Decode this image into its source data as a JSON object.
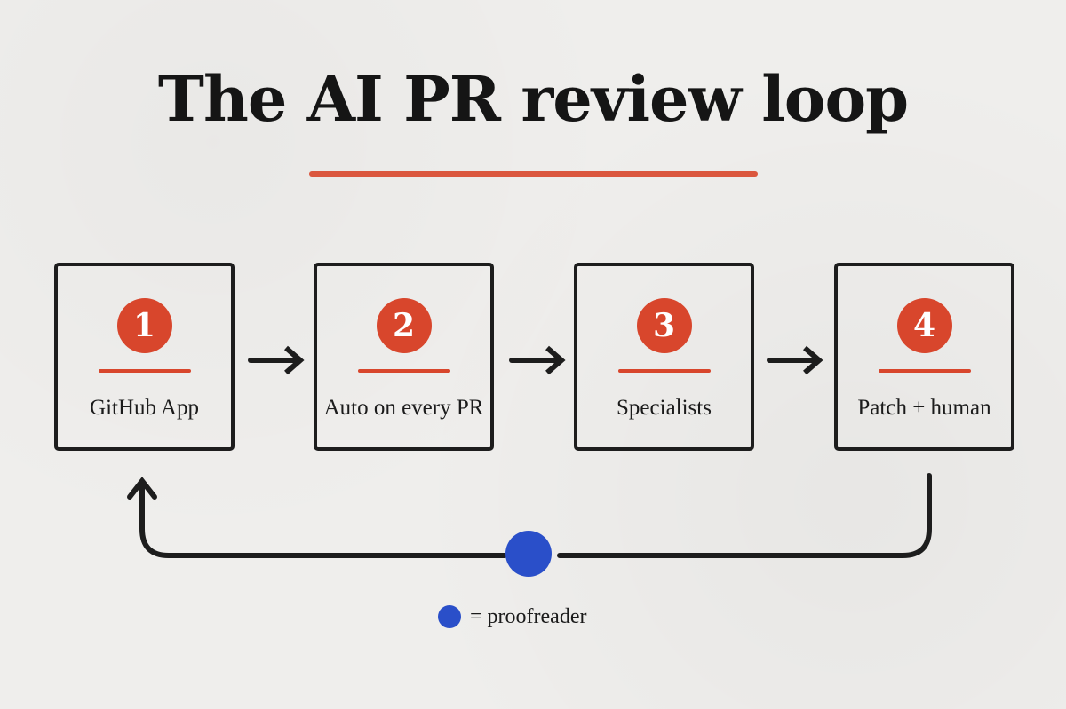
{
  "title": "The AI PR review loop",
  "steps": [
    {
      "number": "1",
      "label": "GitHub App"
    },
    {
      "number": "2",
      "label": "Auto on every PR"
    },
    {
      "number": "3",
      "label": "Specialists"
    },
    {
      "number": "4",
      "label": "Patch + human"
    }
  ],
  "legend": {
    "text": "= proofreader",
    "icon": "blue-dot"
  },
  "colors": {
    "background": "#efeeec",
    "accent": "#d8462c",
    "proofreader": "#2a4fc9",
    "ink": "#1b1b1b"
  }
}
